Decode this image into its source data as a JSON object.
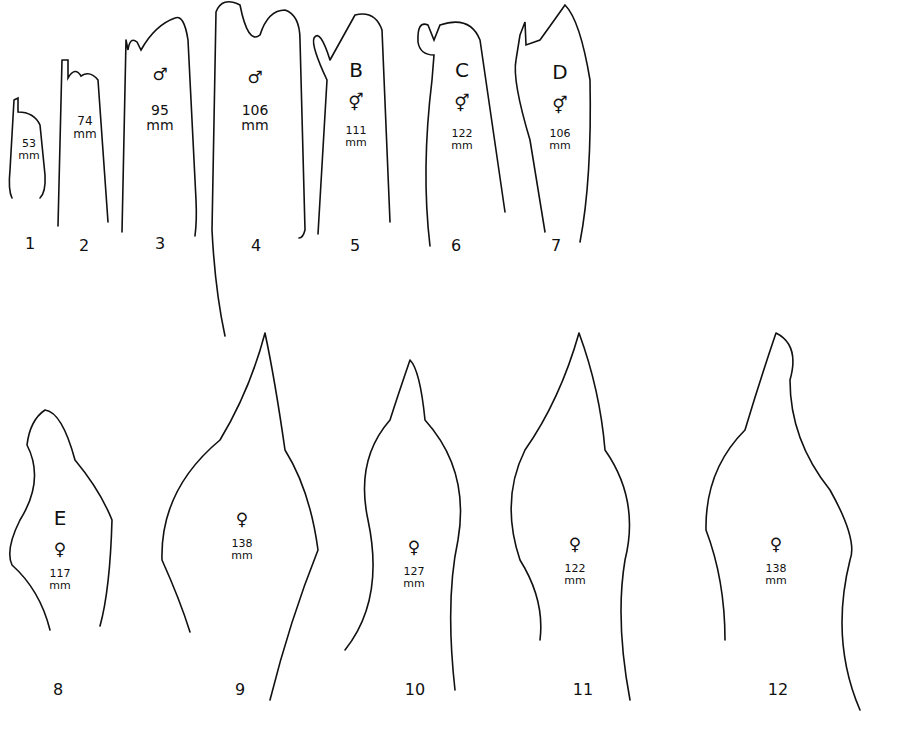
{
  "diagram": {
    "nodes": [
      {
        "text": [
          "53 mm",
          "1"
        ]
      },
      {
        "text": [
          "74 mm",
          "2"
        ]
      },
      {
        "text": [
          "♂",
          "95 mm",
          "3"
        ]
      },
      {
        "text": [
          "♂",
          "106 mm",
          "4"
        ]
      },
      {
        "text": [
          "B",
          "⚥",
          "111 mm",
          "5"
        ]
      },
      {
        "text": [
          "C",
          "⚥",
          "122 mm",
          "6"
        ]
      },
      {
        "text": [
          "D",
          "⚥",
          "106 mm",
          "7"
        ]
      },
      {
        "text": [
          "E",
          "♀",
          "117 mm",
          "8"
        ]
      },
      {
        "text": [
          "♀",
          "138 mm",
          "9"
        ]
      },
      {
        "text": [
          "♀",
          "127 mm",
          "10"
        ]
      },
      {
        "text": [
          "♀",
          "122 mm",
          "11"
        ]
      },
      {
        "text": [
          "♀",
          "138 mm",
          "12"
        ]
      }
    ]
  }
}
